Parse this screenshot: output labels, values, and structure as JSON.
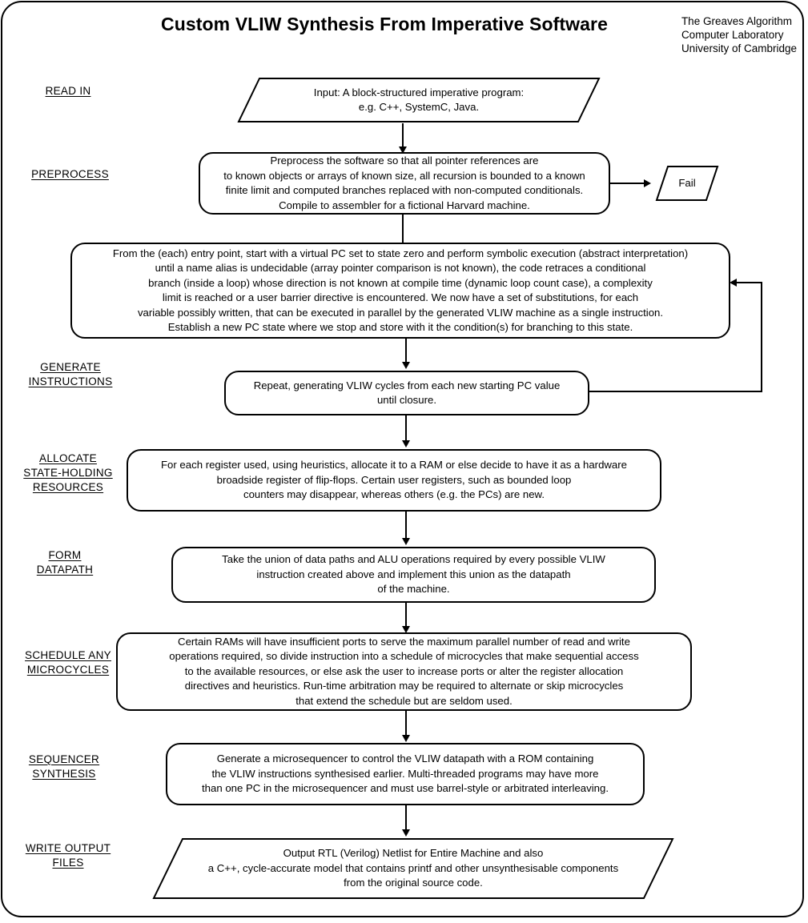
{
  "header": {
    "title": "Custom VLIW Synthesis From Imperative Software",
    "affiliation": [
      "The Greaves Algorithm",
      "Computer Laboratory",
      "University of Cambridge"
    ]
  },
  "stage_labels": {
    "read_in": [
      "READ IN"
    ],
    "preprocess": [
      "PREPROCESS"
    ],
    "generate_instructions": [
      "GENERATE",
      "INSTRUCTIONS"
    ],
    "allocate_state": [
      "ALLOCATE",
      "STATE-HOLDING",
      "RESOURCES"
    ],
    "form_datapath": [
      "FORM",
      "DATAPATH"
    ],
    "schedule_microcycles": [
      "SCHEDULE ANY",
      "MICROCYCLES"
    ],
    "sequencer_synthesis": [
      "SEQUENCER",
      "SYNTHESIS"
    ],
    "write_output": [
      "WRITE OUTPUT",
      "FILES"
    ]
  },
  "nodes": {
    "input": {
      "shape": "parallelogram",
      "lines": [
        "Input: A block-structured imperative program:",
        "e.g. C++, SystemC, Java."
      ]
    },
    "preprocess": {
      "shape": "rounded-rect",
      "lines": [
        "Preprocess the software so that all pointer references are",
        "to known objects or arrays of known size, all recursion is bounded to a known",
        "finite limit and computed branches replaced with non-computed conditionals.",
        "Compile to assembler for a fictional Harvard machine."
      ]
    },
    "fail": {
      "shape": "parallelogram",
      "lines": [
        "Fail"
      ]
    },
    "symbolic_execution": {
      "shape": "rounded-rect",
      "lines": [
        "From the (each) entry point, start with a virtual PC set to state zero and perform symbolic execution (abstract interpretation)",
        "until a name alias is undecidable (array pointer comparison is not known), the code retraces a conditional",
        "branch (inside a loop) whose direction is not known at compile time (dynamic loop count case), a complexity",
        "limit is reached or a user barrier directive is encountered.  We now have a set of substitutions, for each",
        "variable possibly written, that can be executed in parallel by the generated VLIW machine as a single instruction.",
        "Establish a new PC state where we stop and store with it the condition(s) for branching to this state."
      ]
    },
    "repeat": {
      "shape": "rounded-rect",
      "lines": [
        "Repeat, generating VLIW cycles from each new starting PC value",
        "until closure."
      ]
    },
    "allocate": {
      "shape": "rounded-rect",
      "lines": [
        "For each register used, using heuristics, allocate it to a RAM or else decide to have it as a hardware",
        "broadside register of flip-flops. Certain user registers, such as bounded loop",
        "counters may disappear, whereas others (e.g. the PCs) are new."
      ]
    },
    "datapath": {
      "shape": "rounded-rect",
      "lines": [
        "Take the union of data paths and ALU operations required by every possible VLIW",
        "instruction created above and implement this union as the datapath",
        "of the machine."
      ]
    },
    "microcycles": {
      "shape": "rounded-rect",
      "lines": [
        "Certain RAMs will have insufficient ports to serve the maximum parallel number of read and write",
        "operations required, so divide instruction into a schedule of microcycles that make sequential access",
        "to the available resources, or else ask the user to increase ports or alter the register allocation",
        "directives and heuristics.  Run-time arbitration may be required to alternate or skip microcycles",
        "that extend the schedule but are seldom used."
      ]
    },
    "sequencer": {
      "shape": "rounded-rect",
      "lines": [
        "Generate a microsequencer to control the VLIW datapath with a ROM containing",
        "the VLIW instructions synthesised earlier.  Multi-threaded programs may have more",
        "than one PC in the microsequencer and must use barrel-style  or arbitrated interleaving."
      ]
    },
    "output": {
      "shape": "parallelogram",
      "lines": [
        "Output RTL (Verilog) Netlist for Entire Machine and also",
        "a C++, cycle-accurate  model that contains printf and other unsynthesisable components",
        "from the original source code."
      ]
    }
  },
  "colors": {
    "stroke": "#000000",
    "background": "#ffffff"
  }
}
